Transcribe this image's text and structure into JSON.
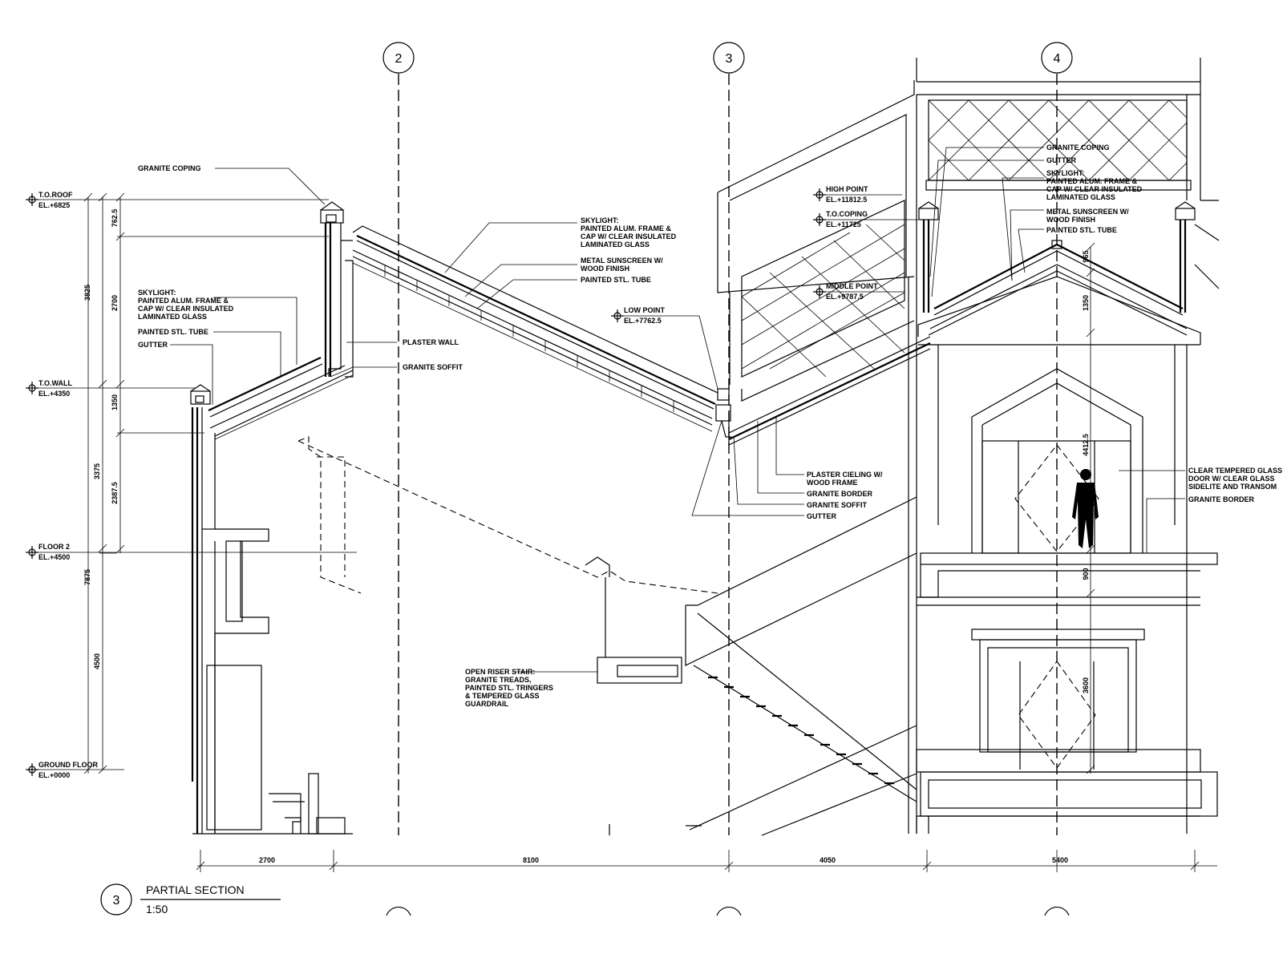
{
  "grid": {
    "g2": "2",
    "g3": "3",
    "g4": "4"
  },
  "levels": {
    "roof": {
      "name": "T.O.ROOF",
      "el": "EL.+6825"
    },
    "wall": {
      "name": "T.O.WALL",
      "el": "EL.+4350"
    },
    "floor2": {
      "name": "FLOOR 2",
      "el": "EL.+4500"
    },
    "ground": {
      "name": "GROUND FLOOR",
      "el": "EL.+0000"
    },
    "high": {
      "name": "HIGH POINT",
      "el": "EL.+11812.5"
    },
    "coping": {
      "name": "T.O.COPING",
      "el": "EL.+11725"
    },
    "middle": {
      "name": "MIDDLE POINT",
      "el": "EL.+9787.5"
    },
    "low": {
      "name": "LOW POINT",
      "el": "EL.+7762.5"
    }
  },
  "dims": {
    "v762": "762.5",
    "v3825": "3825",
    "v2700": "2700",
    "v1350": "1350",
    "v3375": "3375",
    "v2387": "2387.5",
    "v7875": "7875",
    "v4500": "4500",
    "v965": "965",
    "v1350b": "1350",
    "v4412": "4412.5",
    "v900": "900",
    "v3600": "3600",
    "h2700": "2700",
    "h8100": "8100",
    "h4050": "4050",
    "h5400": "5400"
  },
  "notes": {
    "granite_coping": "GRANITE COPING",
    "sky_c1": "SKYLIGHT:",
    "sky_c2": "PAINTED ALUM. FRAME &",
    "sky_c3": "CAP W/ CLEAR INSULATED",
    "sky_c4": "LAMINATED GLASS",
    "sun_c1": "METAL SUNSCREEN W/",
    "sun_c2": "WOOD FINISH",
    "tube_c": "PAINTED STL. TUBE",
    "sky_l1": "SKYLIGHT:",
    "sky_l2": "PAINTED ALUM. FRAME &",
    "sky_l3": "CAP W/ CLEAR INSULATED",
    "sky_l4": "LAMINATED GLASS",
    "tube_l": "PAINTED STL. TUBE",
    "gutter_l": "GUTTER",
    "plaster_wall": "PLASTER WALL",
    "granite_soffit_l": "GRANITE SOFFIT",
    "granite_coping_r": "GRANITE COPING",
    "gutter_r": "GUTTER",
    "sky_r1": "SKYLIGHT:",
    "sky_r2": "PAINTED ALUM. FRAME &",
    "sky_r3": "CAP W/ CLEAR INSULATED",
    "sky_r4": "LAMINATED GLASS",
    "sun_r1": "METAL SUNSCREEN W/",
    "sun_r2": "WOOD FINISH",
    "tube_r": "PAINTED STL. TUBE",
    "ceil1": "PLASTER CIELING W/",
    "ceil2": "WOOD FRAME",
    "border_m": "GRANITE BORDER",
    "soffit_m": "GRANITE SOFFIT",
    "gutter_m": "GUTTER",
    "glass1": "CLEAR TEMPERED GLASS",
    "glass2": "DOOR W/ CLEAR GLASS",
    "glass3": "SIDELITE AND TRANSOM",
    "border_r": "GRANITE BORDER",
    "stair1": "OPEN RISER STAIR:",
    "stair2": "GRANITE TREADS,",
    "stair3": "PAINTED STL. TRINGERS",
    "stair4": "& TEMPERED GLASS",
    "stair5": "GUARDRAIL"
  },
  "title": {
    "number": "3",
    "name": "PARTIAL SECTION",
    "scale": "1:50"
  }
}
